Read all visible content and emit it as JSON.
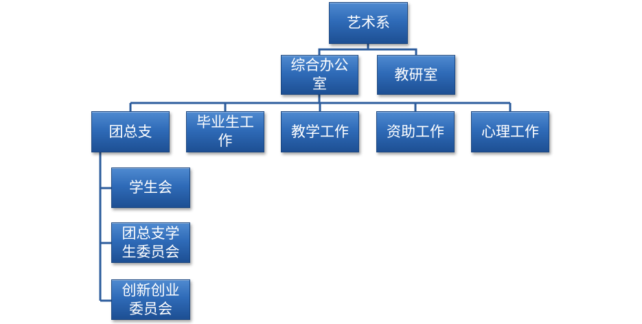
{
  "root": {
    "label": "艺术系"
  },
  "level2": [
    {
      "id": "office",
      "label": "综合办公室"
    },
    {
      "id": "teaching-research",
      "label": "教研室"
    }
  ],
  "level3": [
    {
      "id": "league-branch",
      "label": "团总支"
    },
    {
      "id": "graduate-work",
      "label": "毕业生工作"
    },
    {
      "id": "teaching-work",
      "label": "教学工作"
    },
    {
      "id": "aid-work",
      "label": "资助工作"
    },
    {
      "id": "psych-work",
      "label": "心理工作"
    }
  ],
  "league_children": [
    {
      "id": "student-union",
      "label": "学生会"
    },
    {
      "id": "league-student-committee",
      "label": "团总支学生委员会"
    },
    {
      "id": "innovation-committee",
      "label": "创新创业委员会"
    }
  ],
  "colors": {
    "box_top": "#4f8ad0",
    "box_bottom": "#1d4f93",
    "connector": "#2c5c9c"
  }
}
